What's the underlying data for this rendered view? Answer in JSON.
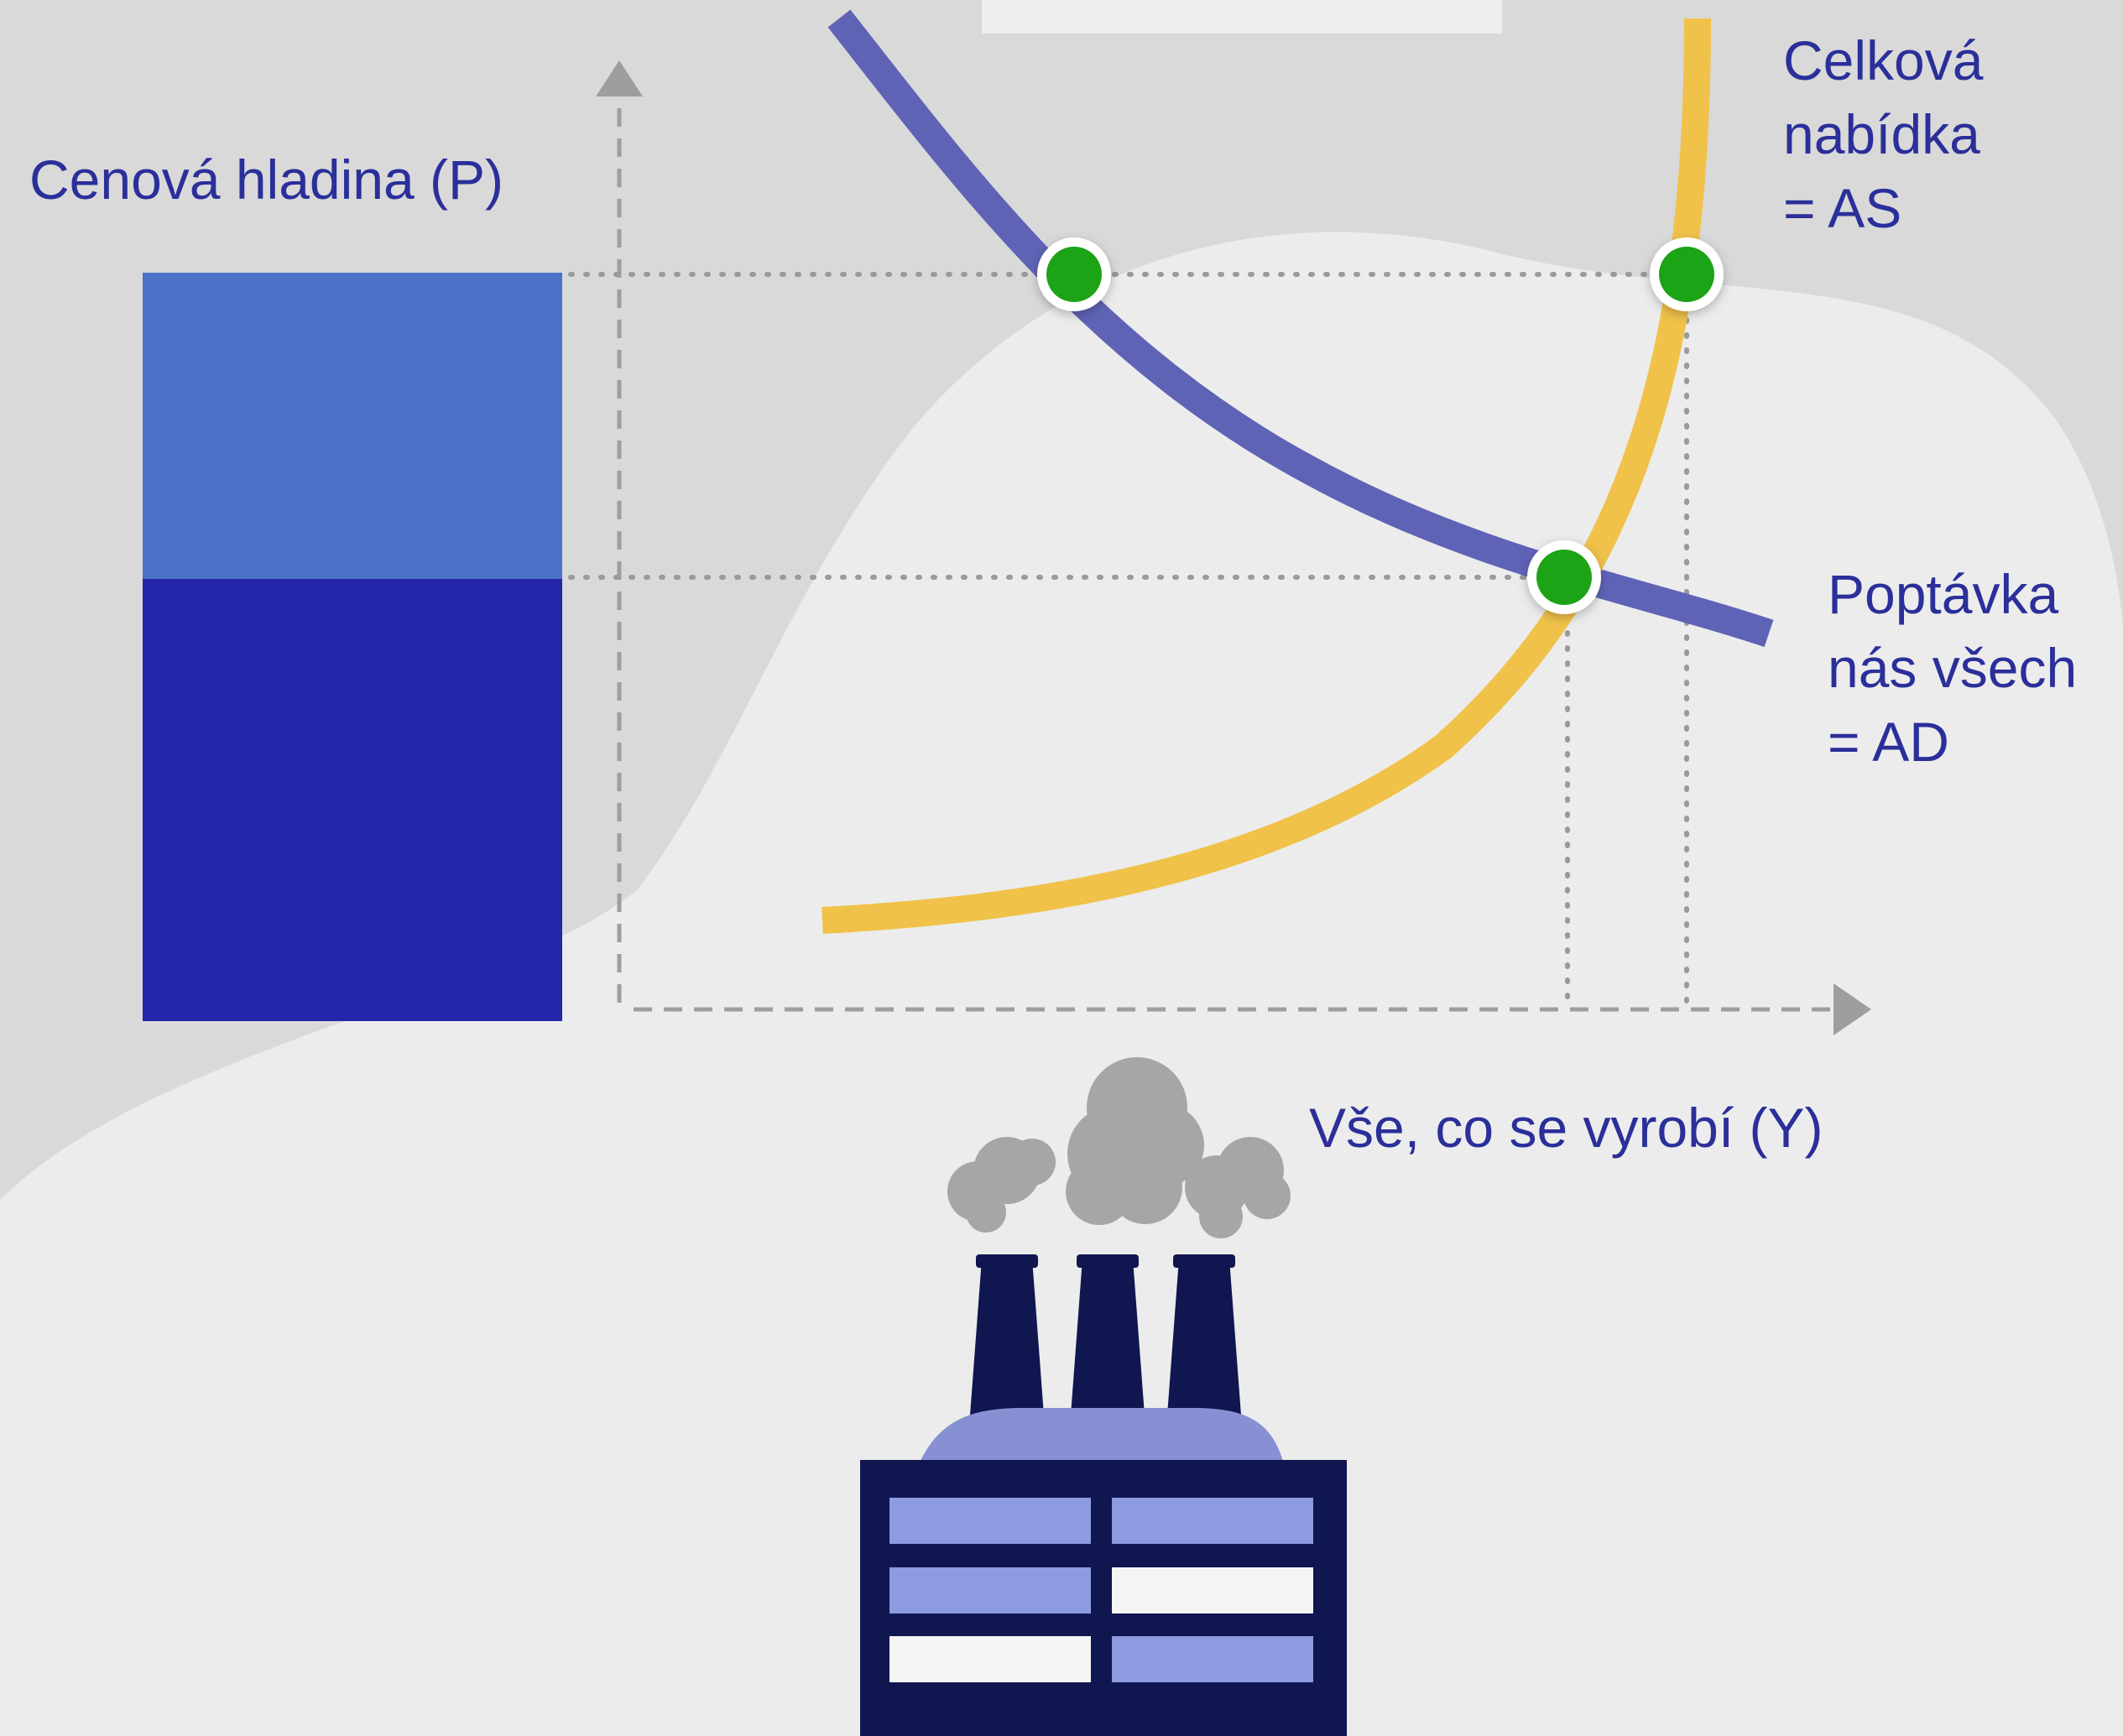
{
  "labels": {
    "y_axis": "Cenová hladina (P)",
    "x_axis": "Vše, co se vyrobí (Y)",
    "supply": [
      "Celková",
      "nabídka",
      "= AS"
    ],
    "demand": [
      "Poptávka",
      "nás všech",
      "= AD"
    ]
  },
  "colors": {
    "background": "#d9d9d9",
    "blob": "#ececec",
    "label_text": "#2b2f9a",
    "price_bar_top": "#4a73c7",
    "price_bar_bottom": "#2326a8",
    "demand_curve": "#5f63b6",
    "supply_curve": "#f0c24a",
    "equilibrium_point": "#1fa319",
    "axis": "#9e9e9e",
    "smoke": "#a6a6a6",
    "factory_dark": "#101650",
    "factory_roof": "#8790d2",
    "factory_window": "#8d9be0",
    "factory_window_light": "#f4f4f4"
  },
  "price_level_bar": {
    "levels": [
      "upper",
      "lower"
    ]
  },
  "equilibrium_points": [
    {
      "id": "ad-high-price",
      "on": "AD"
    },
    {
      "id": "as-high-price",
      "on": "AS"
    },
    {
      "id": "ad-as-intersection",
      "on": "AD, AS"
    }
  ],
  "icons": [
    "factory-icon",
    "smoke-icon"
  ]
}
